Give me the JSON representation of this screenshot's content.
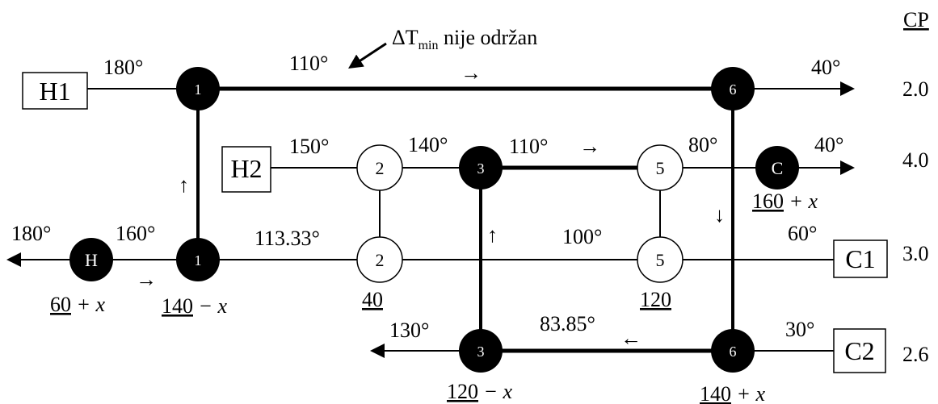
{
  "header": {
    "cp_label": "CP"
  },
  "streams": {
    "h1": {
      "label": "H1",
      "t_in": "180°",
      "t_mid": "110°",
      "t_out": "40°",
      "cp": "2.0",
      "arrow": "→"
    },
    "h2": {
      "label": "H2",
      "t_in": "150°",
      "t_after2": "140°",
      "t_after3": "110°",
      "arrow": "→",
      "t_after5": "80°",
      "t_out": "40°",
      "cp": "4.0"
    },
    "c1": {
      "label": "C1",
      "t_in": "60°",
      "t_after5": "100°",
      "t_after2": "113.33°",
      "t_after1": "160°",
      "t_out": "180°",
      "cp": "3.0",
      "arrow": "→"
    },
    "c2": {
      "label": "C2",
      "t_in": "30°",
      "t_after6": "83.85°",
      "arrow": "←",
      "t_out": "130°",
      "cp": "2.6"
    }
  },
  "annotation": {
    "prefix": "ΔT",
    "sub": "min",
    "suffix": " nije održan"
  },
  "nodes": {
    "n1": "1",
    "n2": "2",
    "n3": "3",
    "n5": "5",
    "n6": "6",
    "heater": "H",
    "cooler": "C"
  },
  "duties": {
    "cooler": {
      "value": "160",
      "rest": " + x"
    },
    "heater": {
      "value": "60",
      "rest": " + x"
    },
    "ex1": {
      "value": "140",
      "rest": " − x"
    },
    "ex2": {
      "value": "40"
    },
    "ex5": {
      "value": "120"
    },
    "ex3": {
      "value": "120",
      "rest": " − x"
    },
    "ex6": {
      "value": "140",
      "rest": " + x"
    }
  },
  "arrows": {
    "up": "↑",
    "down": "↓"
  }
}
